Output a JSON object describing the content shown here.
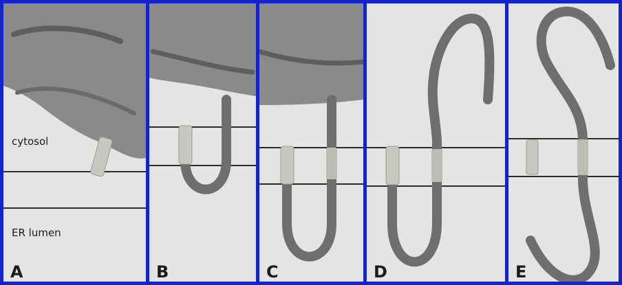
{
  "figure": {
    "border_color": "#1524c9",
    "background": "#e4e4e2",
    "membrane_color": "#2a2a2a",
    "hand_color": "#8a8a88",
    "tube_color": "#6e6e6c",
    "tag_color": "#c8c8c0"
  },
  "panels": [
    {
      "label": "A",
      "annotations": {
        "top": "cytosol",
        "bottom": "ER lumen"
      }
    },
    {
      "label": "B"
    },
    {
      "label": "C"
    },
    {
      "label": "D"
    },
    {
      "label": "E"
    }
  ]
}
